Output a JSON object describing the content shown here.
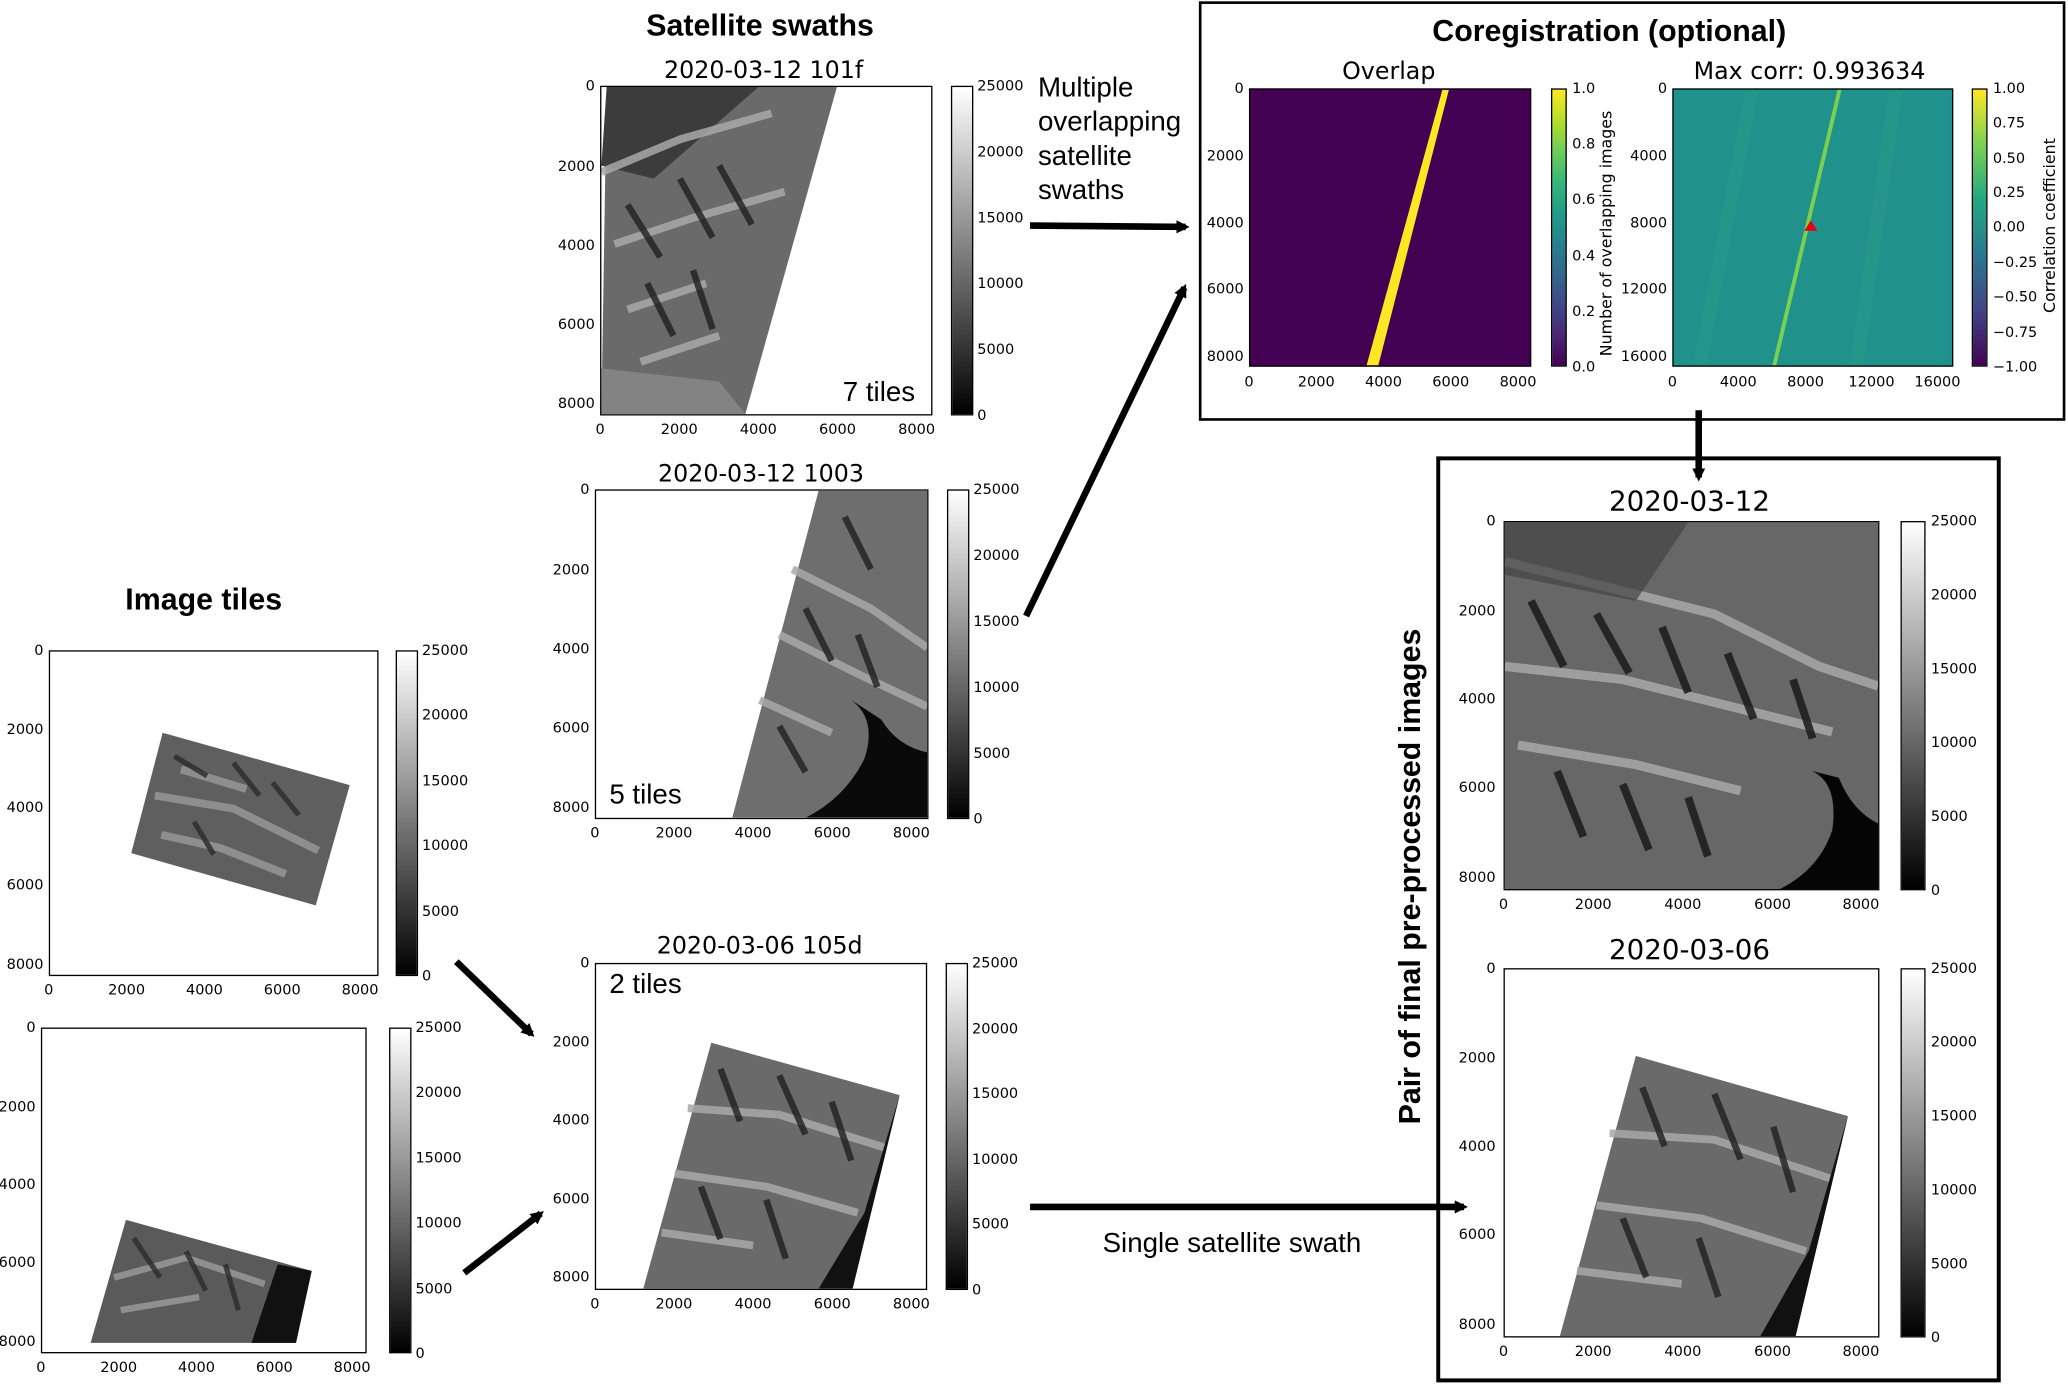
{
  "headers": {
    "image_tiles": "Image tiles",
    "satellite_swaths": "Satellite swaths",
    "coregistration": "Coregistration (optional)",
    "final_pair": "Pair of final pre-processed images"
  },
  "notes": {
    "multiple": [
      "Multiple",
      "overlapping",
      "satellite",
      "swaths"
    ],
    "single": "Single satellite swath"
  },
  "swaths": [
    {
      "title": "2020-03-12 101f",
      "tiles": "7 tiles"
    },
    {
      "title": "2020-03-12 1003",
      "tiles": "5 tiles"
    },
    {
      "title": "2020-03-06 105d",
      "tiles": "2 tiles"
    }
  ],
  "coreg": {
    "overlap_title": "Overlap",
    "corr_title": "Max corr: 0.993634",
    "overlap_cbar_label": "Number of overlapping images",
    "corr_cbar_label": "Correlation coefficient",
    "overlap_x_ticks": [
      "0",
      "2000",
      "4000",
      "6000",
      "8000"
    ],
    "overlap_y_ticks": [
      "0",
      "2000",
      "4000",
      "6000",
      "8000"
    ],
    "overlap_cbar_ticks": [
      "1.0",
      "0.8",
      "0.6",
      "0.4",
      "0.2",
      "0.0"
    ],
    "corr_x_ticks": [
      "0",
      "4000",
      "8000",
      "12000",
      "16000"
    ],
    "corr_y_ticks": [
      "0",
      "4000",
      "8000",
      "12000",
      "16000"
    ],
    "corr_cbar_ticks": [
      "1.00",
      "0.75",
      "0.50",
      "0.25",
      "0.00",
      "−0.25",
      "−0.50",
      "−0.75",
      "−1.00"
    ]
  },
  "final": [
    {
      "title": "2020-03-12"
    },
    {
      "title": "2020-03-06"
    }
  ],
  "axis_ticks": {
    "xy": [
      "0",
      "2000",
      "4000",
      "6000",
      "8000"
    ],
    "gray_cbar": [
      "25000",
      "20000",
      "15000",
      "10000",
      "5000",
      "0"
    ]
  },
  "colors": {
    "overlap_background": "#440154",
    "overlap_stripe": "#fde725",
    "corr_background": "#21918c",
    "corr_line": "#7ad151",
    "peak_marker": "#e8000b"
  }
}
